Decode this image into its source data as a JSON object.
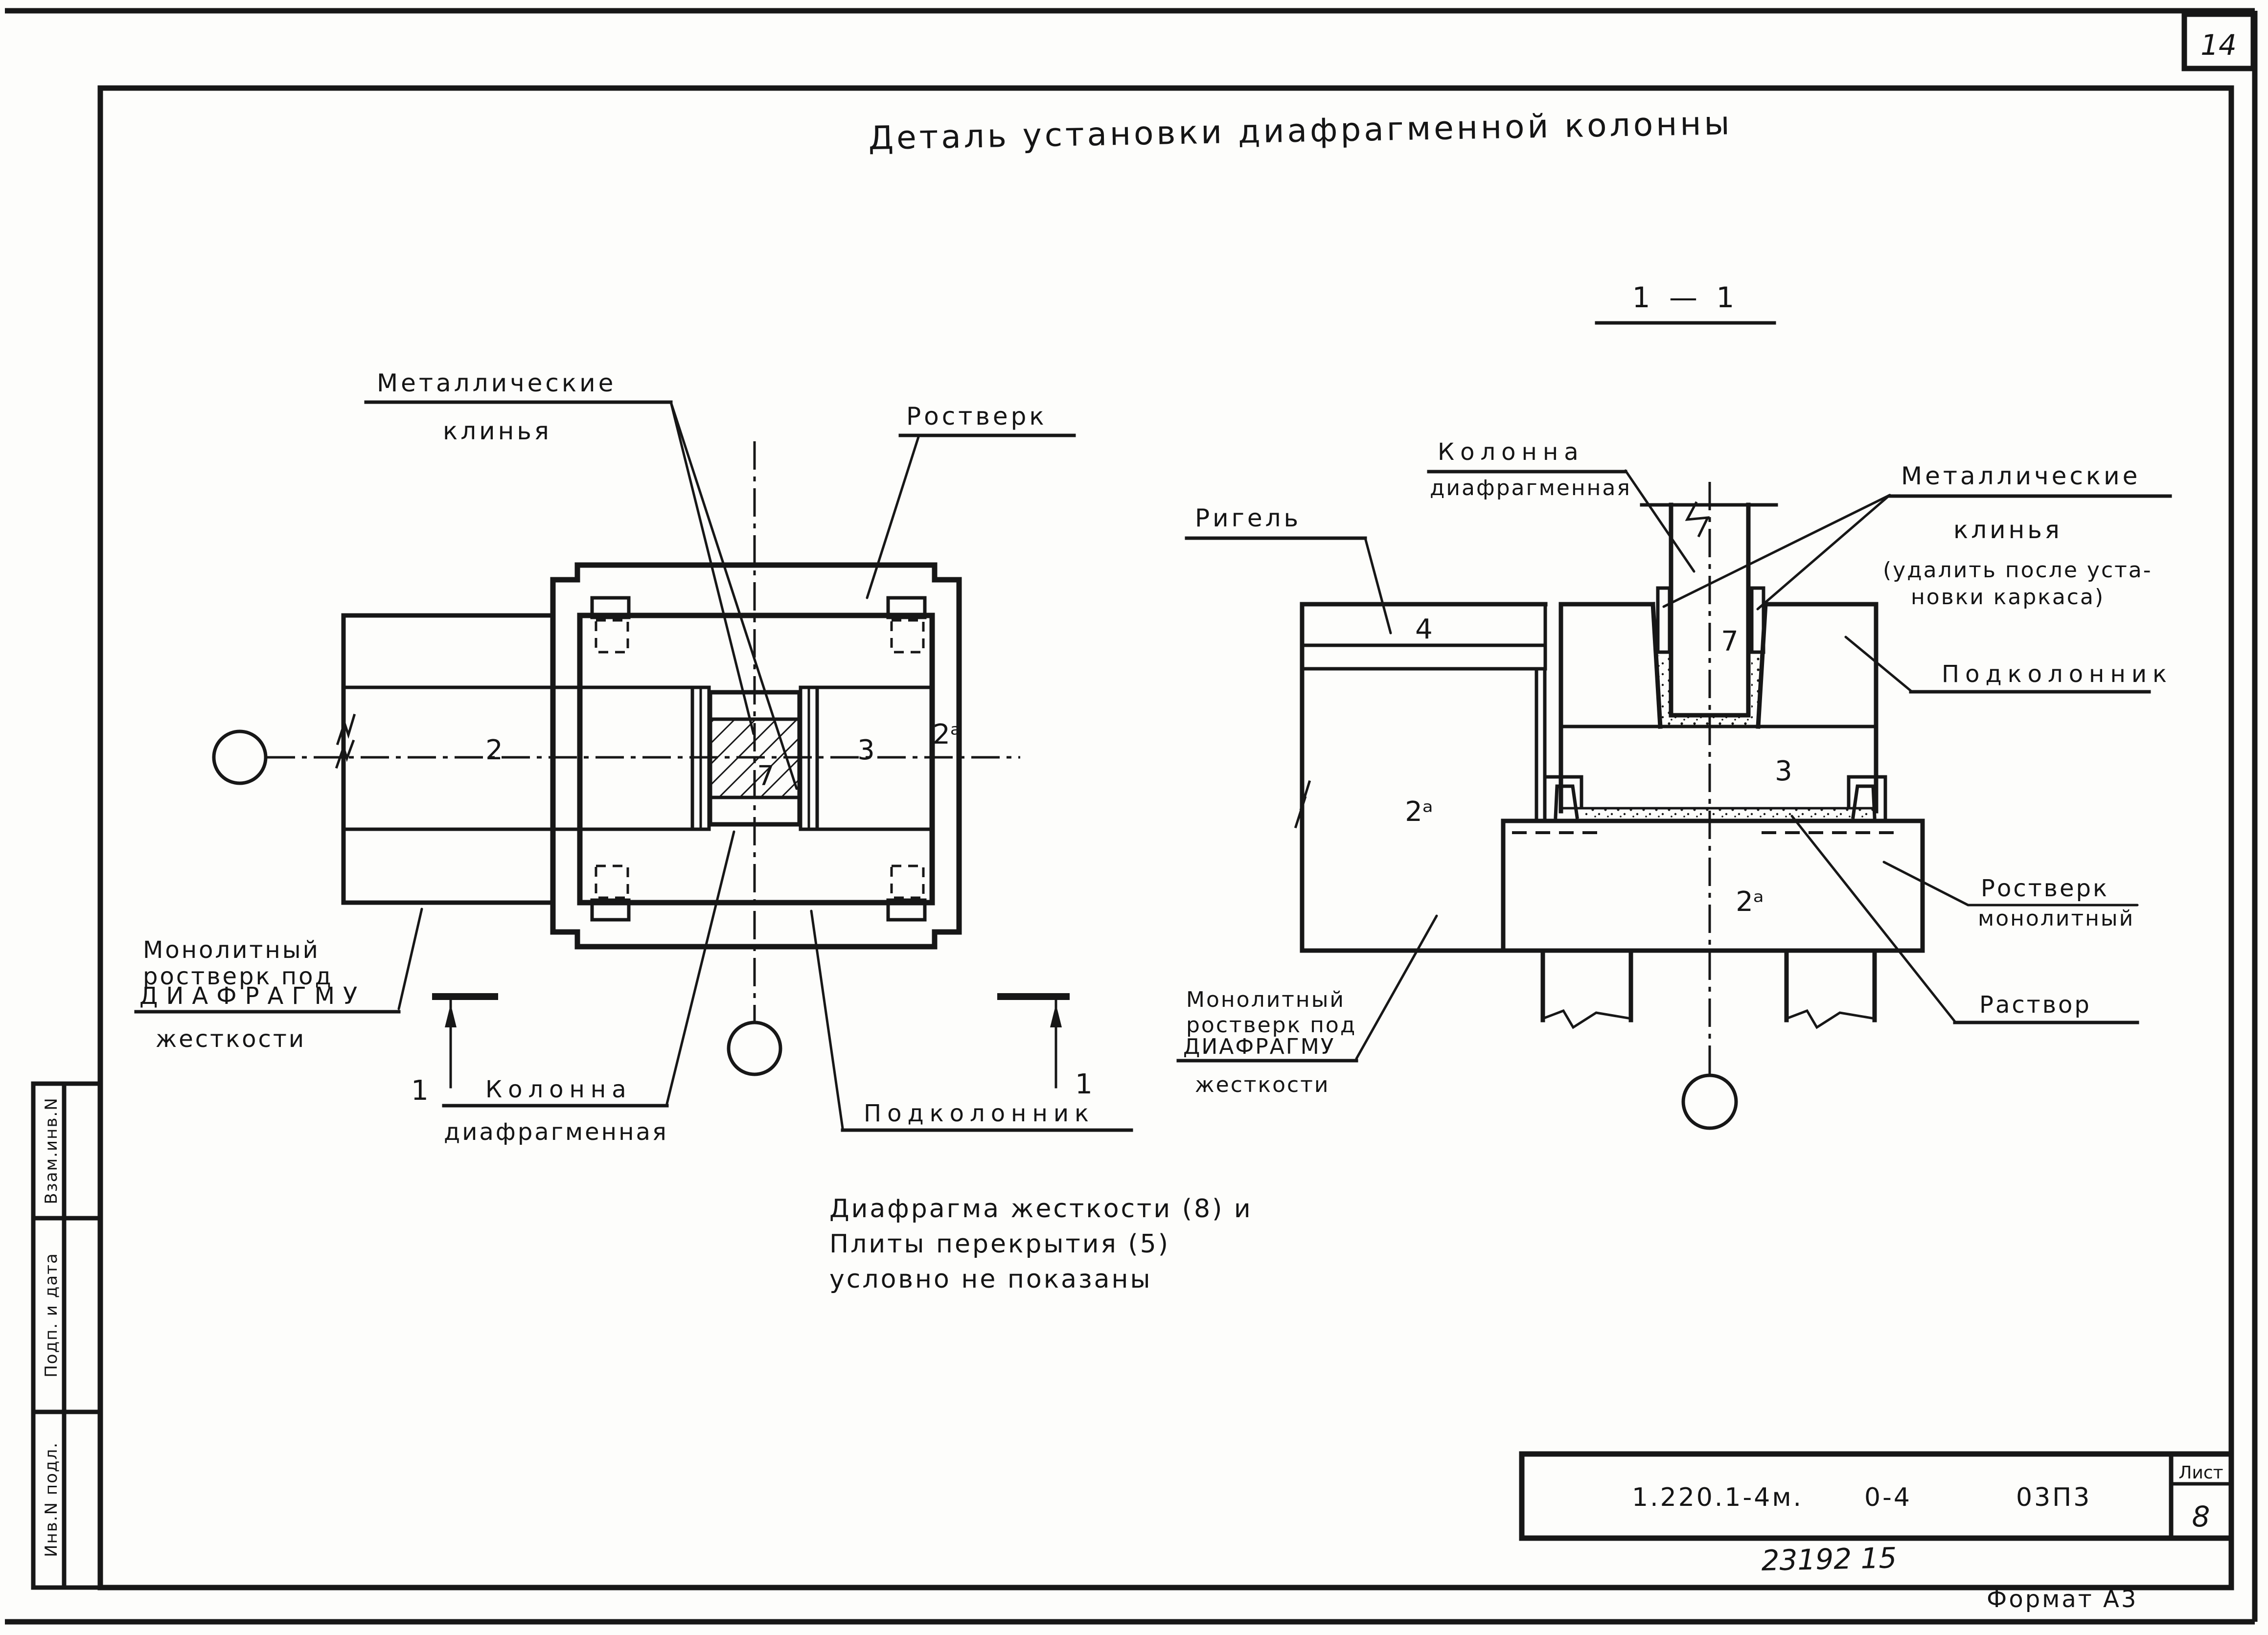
{
  "sheet": {
    "page_number": "14",
    "format_note": "Формат А3",
    "inventory_note": "23192 15"
  },
  "title": "Деталь установки диафрагменной колонны",
  "stamps": {
    "zam": "Взам.инв.N",
    "podp": "Подп. и дата",
    "inv": "Инв.N подл."
  },
  "title_block": {
    "doc_code": "1.220.1-4м.",
    "doc_mid": "0-4",
    "doc_right": "03П3",
    "sheet_label": "Лист",
    "sheet_number": "8"
  },
  "plan": {
    "label_metal_wedges_1": "Металлические",
    "label_metal_wedges_2": "клинья",
    "label_rostverk": "Ростверк",
    "label_mono_1": "Монолитный",
    "label_mono_2": "ростверк под",
    "label_mono_3": "ДИАФРАГМУ",
    "label_mono_4": "жесткости",
    "label_column_1": "Колонна",
    "label_column_2": "диафрагменная",
    "label_podkolonnik": "Подколонник",
    "mark_2": "2",
    "mark_2a": "2ᵃ",
    "mark_3": "3",
    "mark_7": "7",
    "section_mark_left": "1",
    "section_mark_right": "1"
  },
  "section": {
    "title": "1 — 1",
    "label_column_1": "Колонна",
    "label_column_2": "диафрагменная",
    "label_wedges_1": "Металлические",
    "label_wedges_2": "клинья",
    "label_wedges_3": "(удалить после уста-",
    "label_wedges_4": "новки каркаса)",
    "label_rigel": "Ригель",
    "label_podkolonnik": "Подколонник",
    "label_rostverk_1": "Ростверк",
    "label_rostverk_2": "монолитный",
    "label_rastvor": "Раствор",
    "label_mono_1": "Монолитный",
    "label_mono_2": "ростверк под",
    "label_mono_3": "ДИАФРАГМУ",
    "label_mono_4": "жесткости",
    "mark_4": "4",
    "mark_7": "7",
    "mark_3": "3",
    "mark_2a_left": "2ᵃ",
    "mark_2a_bottom": "2ᵃ"
  },
  "note": {
    "line1": "Диафрагма жесткости (8) и",
    "line2": "Плиты перекрытия (5)",
    "line3": "условно не показаны"
  }
}
